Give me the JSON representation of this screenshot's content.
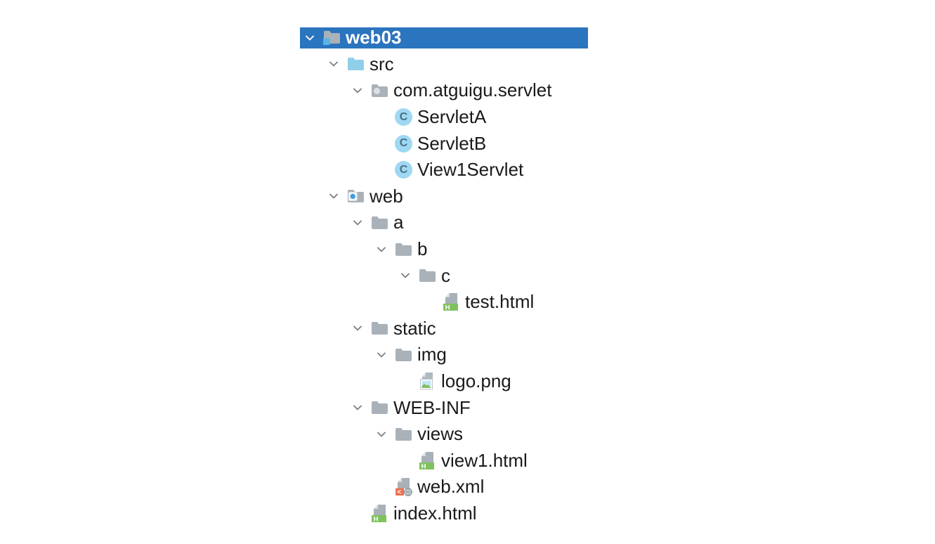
{
  "window": {
    "background": "#ffffff"
  },
  "tree": {
    "rows": [
      {
        "label": "web03",
        "level": 0,
        "kind": "project-root",
        "icon": "project-folder-icon",
        "expanded": true,
        "selected": true
      },
      {
        "label": "src",
        "level": 1,
        "kind": "sources-root",
        "icon": "sources-root-folder-icon",
        "expanded": true,
        "selected": false
      },
      {
        "label": "com.atguigu.servlet",
        "level": 2,
        "kind": "package",
        "icon": "package-folder-icon",
        "expanded": true,
        "selected": false
      },
      {
        "label": "ServletA",
        "level": 3,
        "kind": "java-class",
        "icon": "java-class-icon",
        "expanded": false,
        "selected": false
      },
      {
        "label": "ServletB",
        "level": 3,
        "kind": "java-class",
        "icon": "java-class-icon",
        "expanded": false,
        "selected": false
      },
      {
        "label": "View1Servlet",
        "level": 3,
        "kind": "java-class",
        "icon": "java-class-icon",
        "expanded": false,
        "selected": false
      },
      {
        "label": "web",
        "level": 1,
        "kind": "web-root",
        "icon": "web-root-folder-icon",
        "expanded": true,
        "selected": false
      },
      {
        "label": "a",
        "level": 2,
        "kind": "folder",
        "icon": "folder-icon",
        "expanded": true,
        "selected": false
      },
      {
        "label": "b",
        "level": 3,
        "kind": "folder",
        "icon": "folder-icon",
        "expanded": true,
        "selected": false
      },
      {
        "label": "c",
        "level": 4,
        "kind": "folder",
        "icon": "folder-icon",
        "expanded": true,
        "selected": false
      },
      {
        "label": "test.html",
        "level": 5,
        "kind": "html-file",
        "icon": "html-file-icon",
        "expanded": false,
        "selected": false
      },
      {
        "label": "static",
        "level": 2,
        "kind": "folder",
        "icon": "folder-icon",
        "expanded": true,
        "selected": false
      },
      {
        "label": "img",
        "level": 3,
        "kind": "folder",
        "icon": "folder-icon",
        "expanded": true,
        "selected": false
      },
      {
        "label": "logo.png",
        "level": 4,
        "kind": "image-file",
        "icon": "image-file-icon",
        "expanded": false,
        "selected": false
      },
      {
        "label": "WEB-INF",
        "level": 2,
        "kind": "folder",
        "icon": "folder-icon",
        "expanded": true,
        "selected": false
      },
      {
        "label": "views",
        "level": 3,
        "kind": "folder",
        "icon": "folder-icon",
        "expanded": true,
        "selected": false
      },
      {
        "label": "view1.html",
        "level": 4,
        "kind": "html-file",
        "icon": "html-file-icon",
        "expanded": false,
        "selected": false
      },
      {
        "label": "web.xml",
        "level": 3,
        "kind": "xml-file",
        "icon": "xml-file-icon",
        "expanded": false,
        "selected": false
      },
      {
        "label": "index.html",
        "level": 2,
        "kind": "html-file",
        "icon": "html-file-icon",
        "expanded": false,
        "selected": false
      }
    ]
  },
  "icons": {
    "class_letter": "C",
    "html_letter": "H",
    "xml_letter": "<"
  },
  "colors": {
    "selection": "#2B74BE",
    "selected_text": "#FFFFFF",
    "text": "#1A1A1A",
    "folder": "#A9B1B9",
    "sources_folder": "#8FCFEA",
    "project_badge": "#55B5E4",
    "web_dot": "#3E9EE0",
    "class_circle": "#9ED8F2",
    "class_letter": "#496F85",
    "html_green": "#7FC25D",
    "xml_orange": "#ED7150",
    "chevron": "#7E8184"
  }
}
